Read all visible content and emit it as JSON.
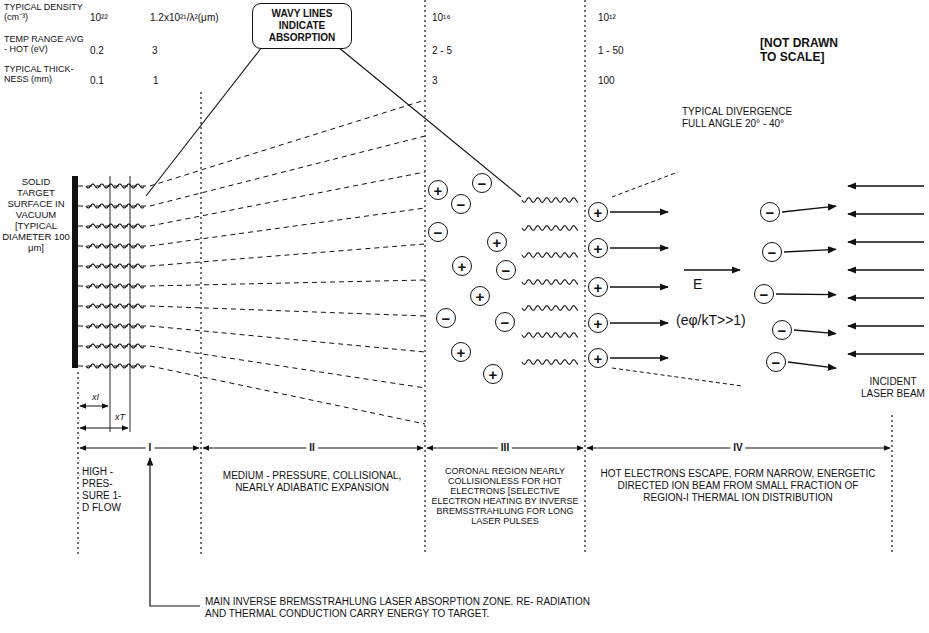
{
  "diagram": {
    "nodes": [
      {
        "text": [
          "WAVY LINES INDICATE ABSORPTION"
        ]
      },
      {
        "text": [
          "−"
        ]
      },
      {
        "text": [
          "+"
        ]
      },
      {
        "text": [
          "−"
        ]
      },
      {
        "text": [
          "−"
        ]
      },
      {
        "text": [
          "+"
        ]
      },
      {
        "text": [
          "+"
        ]
      },
      {
        "text": [
          "−"
        ]
      },
      {
        "text": [
          "+"
        ]
      },
      {
        "text": [
          "−"
        ]
      },
      {
        "text": [
          "−"
        ]
      },
      {
        "text": [
          "+"
        ]
      },
      {
        "text": [
          "+"
        ]
      },
      {
        "text": [
          "+"
        ]
      },
      {
        "text": [
          "−"
        ]
      },
      {
        "text": [
          "+"
        ]
      },
      {
        "text": [
          "−"
        ]
      },
      {
        "text": [
          "+"
        ]
      },
      {
        "text": [
          "−"
        ]
      },
      {
        "text": [
          "+"
        ]
      },
      {
        "text": [
          "−"
        ]
      },
      {
        "text": [
          "+"
        ]
      },
      {
        "text": [
          "−"
        ]
      }
    ],
    "labels": [
      "TYPICAL DENSITY (cm⁻³)",
      "10²²",
      "1.2x10²¹/λ²(μm)",
      "10¹⁶",
      "10¹²",
      "TEMP RANGE AVG - HOT (eV)",
      "0.2",
      "3",
      "2 - 5",
      "1 - 50",
      "TYPICAL THICK- NESS (mm)",
      "0.1",
      "1",
      "3",
      "100",
      "[NOT DRAWN TO SCALE]",
      "TYPICAL DIVERGENCE FULL ANGLE 20° - 40°",
      "SOLID TARGET SURFACE IN VACUUM [TYPICAL DIAMETER 100 μm]",
      "xI",
      "xT",
      "I",
      "II",
      "III",
      "IV",
      "HIGH - PRES- SURE 1-D FLOW",
      "MEDIUM - PRESSURE, COLLISIONAL, NEARLY ADIABATIC EXPANSION",
      "CORONAL REGION NEARLY COLLISIONLESS FOR HOT ELECTRONS [SELECTIVE ELECTRON HEATING BY INVERSE BREMSSTRAHLUNG FOR LONG LASER PULSES",
      "HOT ELECTRONS ESCAPE, FORM NARROW, ENERGETIC DIRECTED ION BEAM FROM SMALL FRACTION OF REGION-I THERMAL ION DISTRIBUTION",
      "INCIDENT LASER BEAM",
      "E",
      "(eφ/kT>>1)",
      "MAIN INVERSE BREMSSTRAHLUNG LASER ABSORPTION ZONE. RE- RADIATION AND THERMAL CONDUCTION CARRY ENERGY TO TARGET."
    ]
  }
}
